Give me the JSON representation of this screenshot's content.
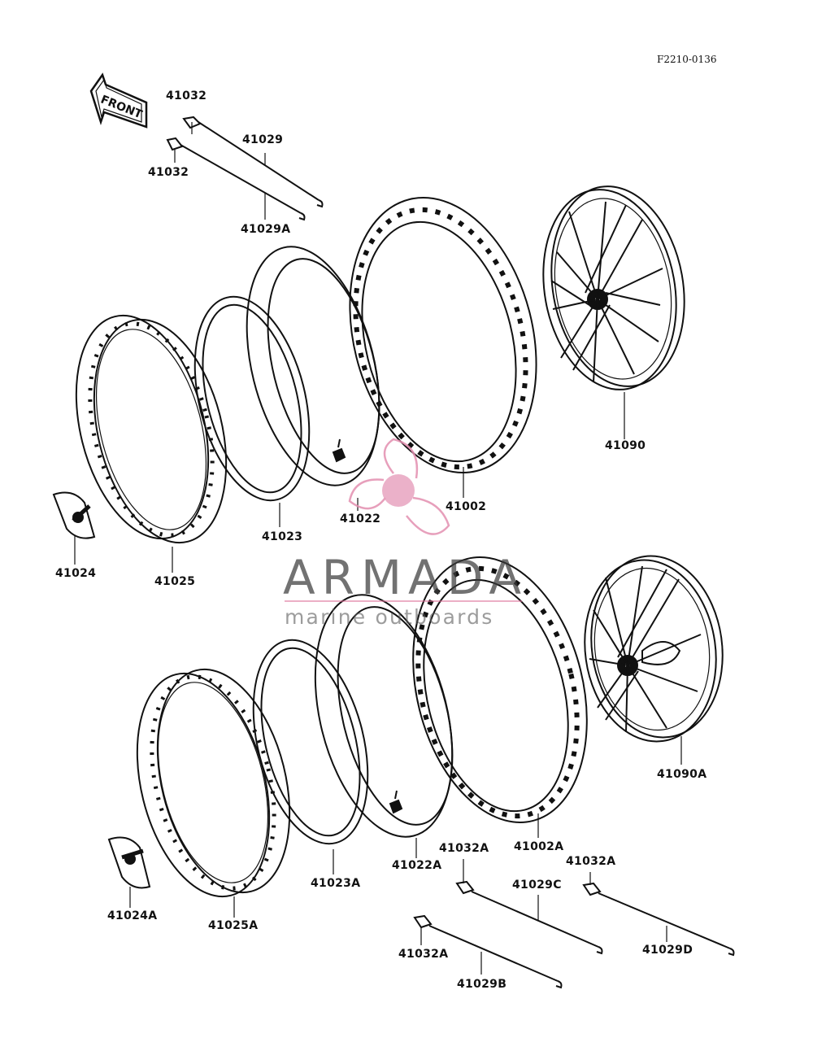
{
  "figure_code": "F2210-0136",
  "front_sign": "FRONT",
  "watermark": {
    "brand": "ARMADA",
    "tagline": "marine outboards",
    "accent_color": "#e38fb0"
  },
  "parts": {
    "p41032_a": "41032",
    "p41032_b": "41032",
    "p41029": "41029",
    "p41029A": "41029A",
    "p41090": "41090",
    "p41002": "41002",
    "p41022": "41022",
    "p41023": "41023",
    "p41024": "41024",
    "p41025": "41025",
    "p41090A": "41090A",
    "p41002A": "41002A",
    "p41022A": "41022A",
    "p41023A": "41023A",
    "p41024A": "41024A",
    "p41025A": "41025A",
    "p41032A_a": "41032A",
    "p41032A_b": "41032A",
    "p41032A_c": "41032A",
    "p41029C": "41029C",
    "p41029D": "41029D",
    "p41029B": "41029B"
  }
}
